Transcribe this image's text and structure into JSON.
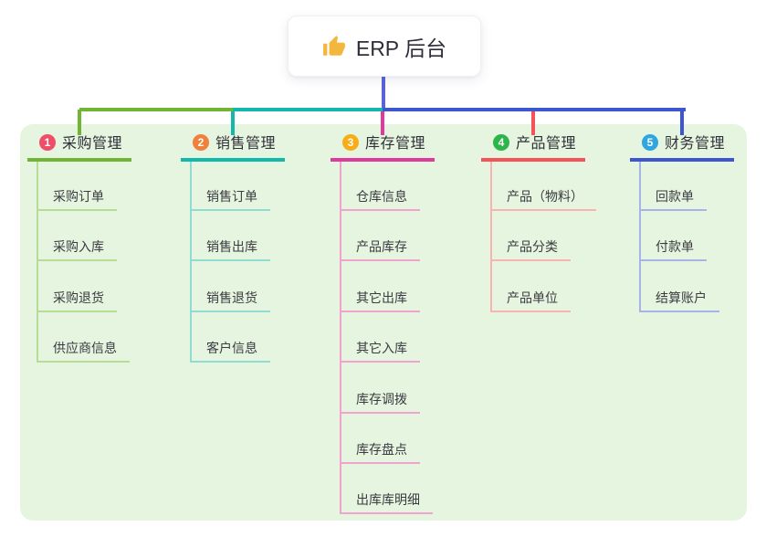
{
  "root": {
    "label": "ERP 后台",
    "icon": "thumbs-up-icon",
    "icon_color": "#f4b73d"
  },
  "canvas": {
    "background": "#ffffff",
    "panel_background": "#e6f5df",
    "root_line_color": "#5a64d8"
  },
  "columns": [
    {
      "number": "1",
      "title": "采购管理",
      "badge_color": "#ef4d68",
      "branch_color": "#72b534",
      "child_line_color": "#b7dc95",
      "items": [
        "采购订单",
        "采购入库",
        "采购退货",
        "供应商信息"
      ]
    },
    {
      "number": "2",
      "title": "销售管理",
      "badge_color": "#f0813c",
      "branch_color": "#13b8ad",
      "child_line_color": "#90dcd3",
      "items": [
        "销售订单",
        "销售出库",
        "销售退货",
        "客户信息"
      ]
    },
    {
      "number": "3",
      "title": "库存管理",
      "badge_color": "#f8ad18",
      "branch_color": "#df3a9d",
      "child_line_color": "#f0a3cf",
      "items": [
        "仓库信息",
        "产品库存",
        "其它出库",
        "其它入库",
        "库存调拨",
        "库存盘点",
        "出库库明细"
      ]
    },
    {
      "number": "4",
      "title": "产品管理",
      "badge_color": "#2db44b",
      "branch_color": "#f45457",
      "child_line_color": "#f9b3b1",
      "items": [
        "产品（物料）",
        "产品分类",
        "产品单位"
      ]
    },
    {
      "number": "5",
      "title": "财务管理",
      "badge_color": "#2ea7e0",
      "branch_color": "#3e56d0",
      "child_line_color": "#a6b4e8",
      "items": [
        "回款单",
        "付款单",
        "结算账户"
      ]
    }
  ]
}
